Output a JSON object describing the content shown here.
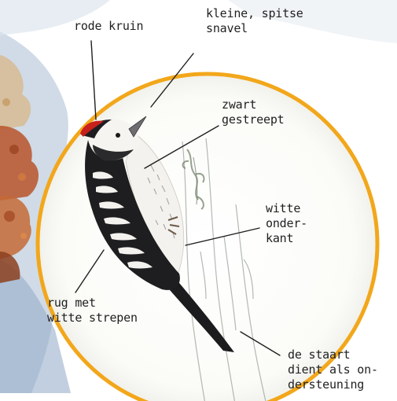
{
  "labels": {
    "red_crown": "rode kruin",
    "beak_line1": "kleine, spitse",
    "beak_line2": "snavel",
    "striped_line1": "zwart",
    "striped_line2": "gestreept",
    "belly_line1": "witte",
    "belly_line2": "onder-",
    "belly_line3": "kant",
    "back_line1": "rug met",
    "back_line2": "witte strepen",
    "tail_line1": "de staart",
    "tail_line2": "dient als on-",
    "tail_line3": "dersteuning"
  },
  "colors": {
    "circle_ring": "#f2a71b",
    "leader_line": "#1f1f1f",
    "crown": "#c8201c",
    "foliage": "#b8532a",
    "sky": "#a9bdd4"
  }
}
